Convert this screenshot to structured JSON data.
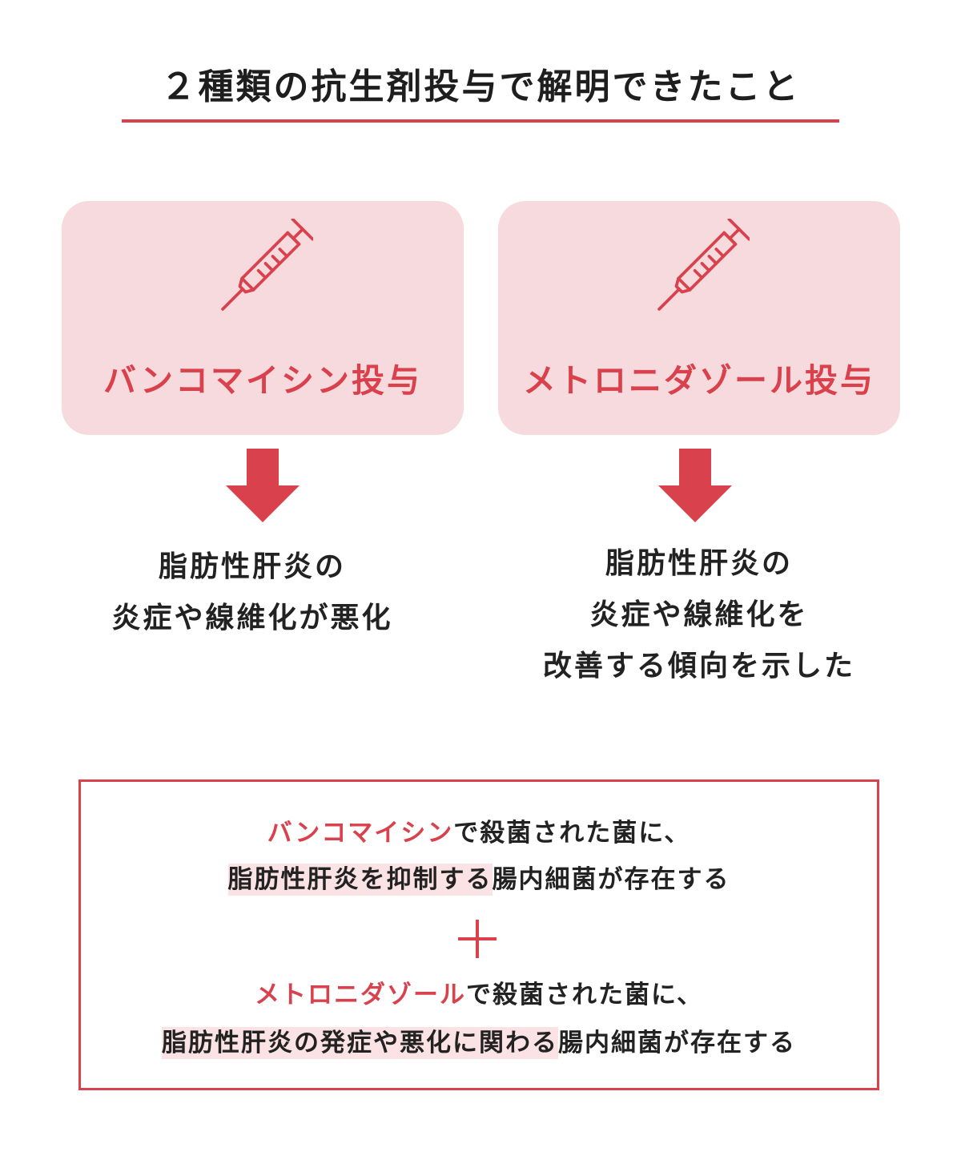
{
  "title": "２種類の抗生剤投与で解明できたこと",
  "colors": {
    "accent": "#d9414d",
    "box_fill": "#f7dadd",
    "highlight": "#fbe3e5",
    "text": "#222222"
  },
  "left": {
    "icon": "syringe-icon",
    "label": "バンコマイシン投与",
    "result_lines": [
      "脂肪性肝炎の",
      "炎症や線維化が悪化"
    ]
  },
  "right": {
    "icon": "syringe-icon",
    "label": "メトロニダゾール投与",
    "result_lines": [
      "脂肪性肝炎の",
      "炎症や線維化を",
      "改善する傾向を示した"
    ]
  },
  "summary": {
    "line1": {
      "drug": "バンコマイシン",
      "rest": "で殺菌された菌に、"
    },
    "line2": {
      "highlight": "脂肪性肝炎を抑制する",
      "rest": "腸内細菌が存在する"
    },
    "plus_icon": "plus-icon",
    "line4": {
      "drug": "メトロニダゾール",
      "rest": "で殺菌された菌に、"
    },
    "line5": {
      "highlight": "脂肪性肝炎の発症や悪化に関わる",
      "rest": "腸内細菌が存在する"
    }
  }
}
